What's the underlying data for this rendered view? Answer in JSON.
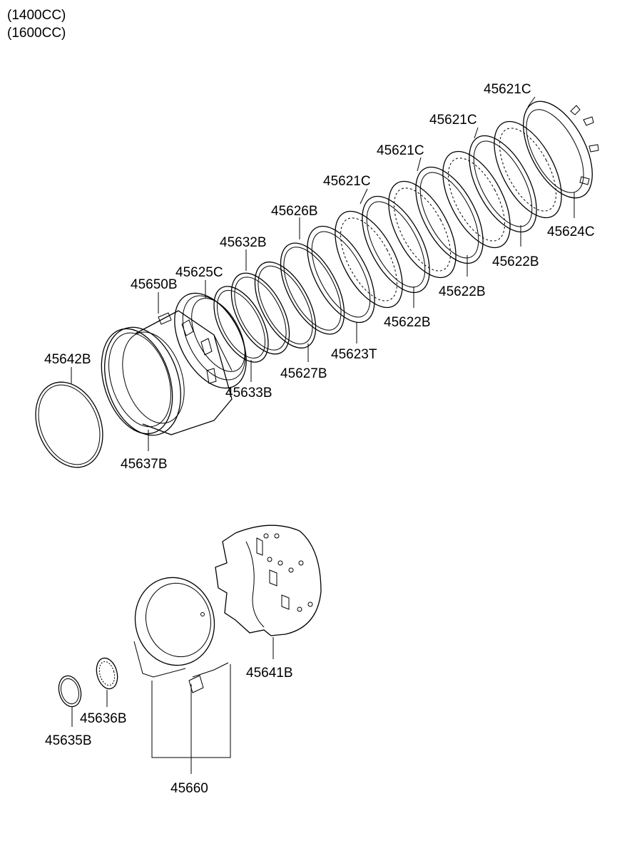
{
  "header": {
    "engines": [
      "(1400CC)",
      "(1600CC)"
    ]
  },
  "labels": {
    "p45621C_1": "45621C",
    "p45621C_2": "45621C",
    "p45621C_3": "45621C",
    "p45621C_4": "45621C",
    "p45624C": "45624C",
    "p45626B": "45626B",
    "p45622B_1": "45622B",
    "p45622B_2": "45622B",
    "p45622B_3": "45622B",
    "p45632B": "45632B",
    "p45625C": "45625C",
    "p45650B": "45650B",
    "p45623T": "45623T",
    "p45627B": "45627B",
    "p45642B": "45642B",
    "p45633B": "45633B",
    "p45637B": "45637B",
    "p45641B": "45641B",
    "p45636B": "45636B",
    "p45635B": "45635B",
    "p45660": "45660"
  }
}
